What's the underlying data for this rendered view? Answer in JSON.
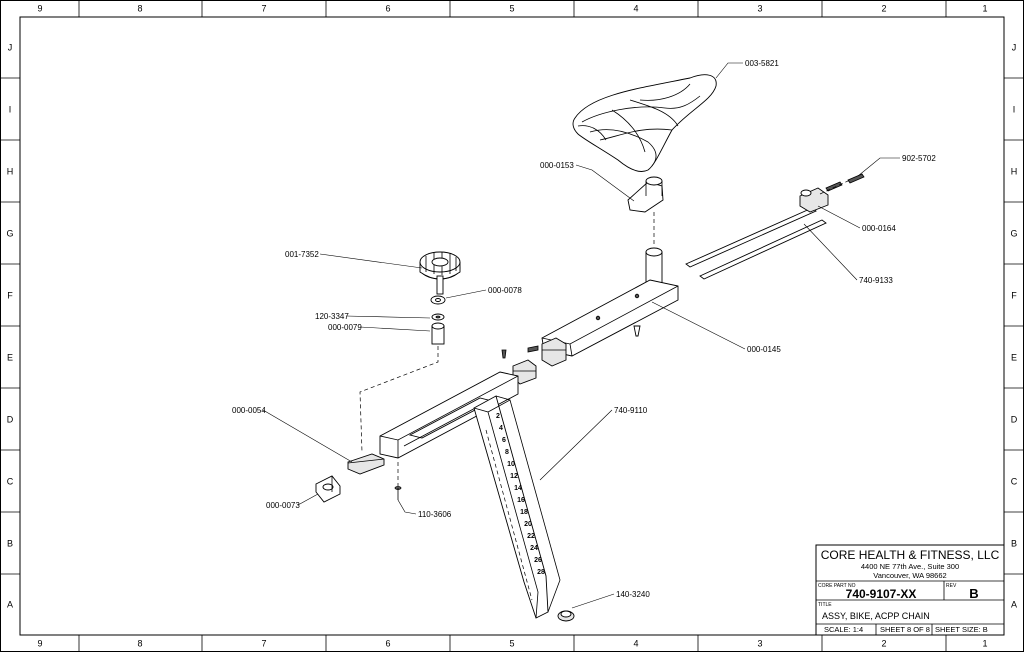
{
  "zones": {
    "columns": [
      "9",
      "8",
      "7",
      "6",
      "5",
      "4",
      "3",
      "2",
      "1"
    ],
    "rows": [
      "J",
      "I",
      "H",
      "G",
      "F",
      "E",
      "D",
      "C",
      "B",
      "A"
    ]
  },
  "callouts": [
    {
      "id": "003-5821",
      "label": "003-5821"
    },
    {
      "id": "902-5702",
      "label": "902-5702"
    },
    {
      "id": "000-0153",
      "label": "000-0153"
    },
    {
      "id": "000-0164",
      "label": "000-0164"
    },
    {
      "id": "740-9133",
      "label": "740-9133"
    },
    {
      "id": "001-7352",
      "label": "001-7352"
    },
    {
      "id": "000-0078",
      "label": "000-0078"
    },
    {
      "id": "120-3347",
      "label": "120-3347"
    },
    {
      "id": "000-0079",
      "label": "000-0079"
    },
    {
      "id": "000-0145",
      "label": "000-0145"
    },
    {
      "id": "000-0054",
      "label": "000-0054"
    },
    {
      "id": "740-9110",
      "label": "740-9110"
    },
    {
      "id": "000-0073",
      "label": "000-0073"
    },
    {
      "id": "110-3606",
      "label": "110-3606"
    },
    {
      "id": "140-3240",
      "label": "140-3240"
    }
  ],
  "post_scale_numbers": [
    "2",
    "4",
    "6",
    "8",
    "10",
    "12",
    "14",
    "16",
    "18",
    "20",
    "22",
    "24",
    "26",
    "28"
  ],
  "title_block": {
    "company": "CORE HEALTH & FITNESS, LLC",
    "address_line1": "4400 NE 77th Ave., Suite 300",
    "address_line2": "Vancouver, WA 98662",
    "part_no_label": "CORE PART NO",
    "part_no": "740-9107-XX",
    "rev_label": "REV",
    "rev": "B",
    "title_label": "TITLE",
    "title": "ASSY, BIKE, ACPP CHAIN",
    "scale": "SCALE:  1:4",
    "sheet": "SHEET 8 OF 8",
    "sheet_size": "SHEET SIZE:  B"
  }
}
